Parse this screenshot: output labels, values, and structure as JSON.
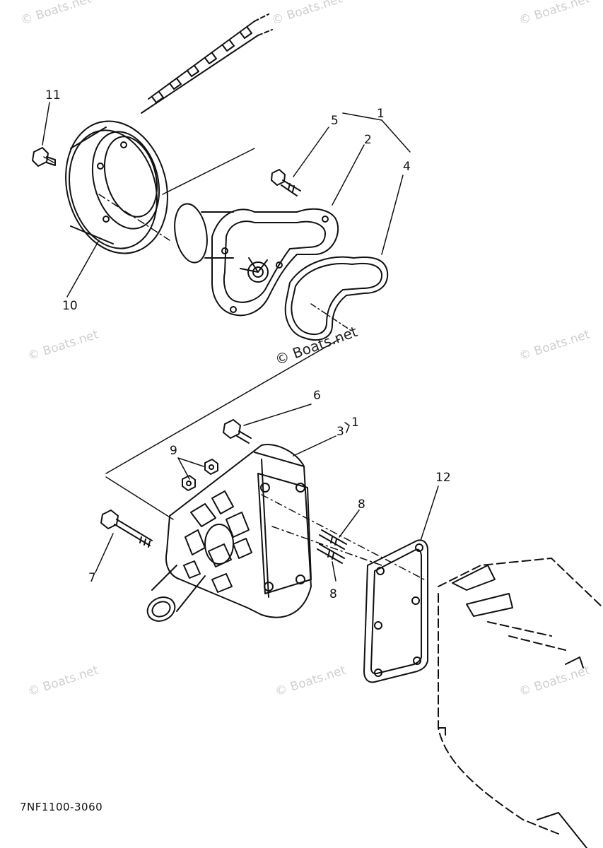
{
  "diagram": {
    "part_numbers": {
      "p1_top": "1",
      "p2": "2",
      "p4": "4",
      "p5": "5",
      "p11": "11",
      "p10": "10",
      "p6": "6",
      "p3": "3",
      "p1_mid": "1",
      "p9": "9",
      "p12": "12",
      "p8_upper": "8",
      "p8_lower": "8",
      "p7": "7"
    },
    "watermark": "© Boats.net",
    "drawing_code": "7NF1100-3060"
  }
}
